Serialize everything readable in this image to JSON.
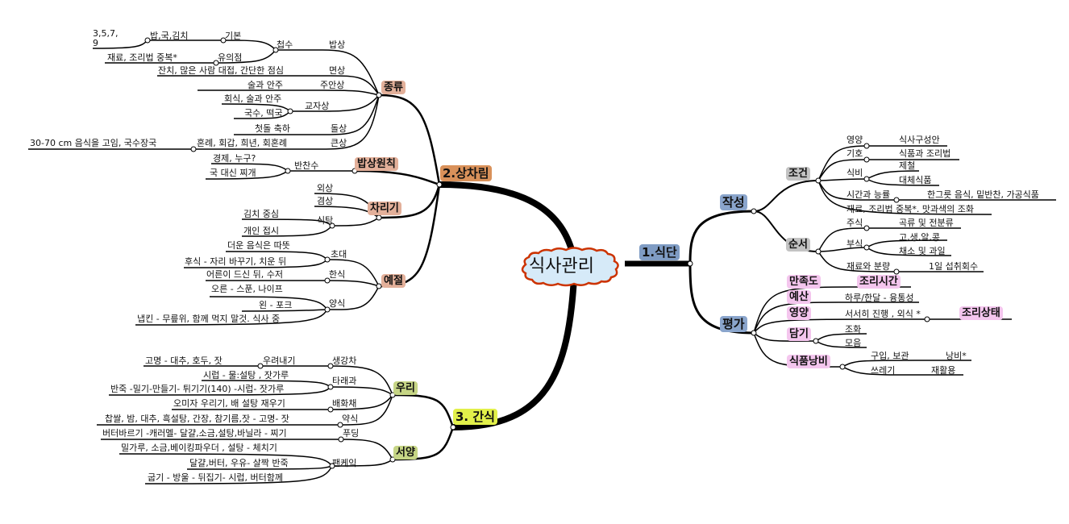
{
  "title": "식사관리",
  "colors": {
    "branch1": "#7f9cc4",
    "branch2": "#d9915a",
    "branch3": "#e2f04a",
    "sub_branch2": "#e3b09a",
    "sub_branch3": "#c6d585",
    "sub_gray": "#c3c3c3",
    "sub_blue": "#8aa5cc",
    "pink": "#f4c6ee",
    "cloud_fill": "#d6eaf8",
    "cloud_border": "#cc3300"
  },
  "central": {
    "label": "식사관리"
  },
  "branches": {
    "b1": {
      "label": "1.식단"
    },
    "b2": {
      "label": "2.상차림"
    },
    "b3": {
      "label": "3. 간식"
    }
  },
  "nodes": {
    "jakseong": "작성",
    "jogeon": "조건",
    "sunseo": "순서",
    "pyeongga": "평가",
    "yeongyang": "영양",
    "sikagusungan": "식사구성안",
    "giho": "기호",
    "sikpum_jori": "식품과 조리법",
    "sikbi": "식비",
    "jecheol": "제철",
    "daeche": "대체식품",
    "sigan": "시간과 능률",
    "hangeureut": "한그릇 음식, 밑반찬, 가공식품",
    "jaeryo_jungbok": "재료, 조리법 중복*.  맛과색의 조화",
    "jusik": "주식",
    "gokryu": "곡류 및 전분류",
    "busik": "부식",
    "goseng": "고,생,알,콩",
    "chaeso": "채소 및 과일",
    "jaeryo_bunryang": "재료와 분량",
    "ilil": "1일 섭취회수",
    "manjokdo": "만족도",
    "jorisigan": "조리시간",
    "yesan": "예산",
    "haru": "하루/한달 - 융통성",
    "yeongyang2": "영양",
    "seoseohi": "서서히 진행 , 외식 *",
    "jorisangtae": "조리상태",
    "damgi": "담기",
    "johwa": "조화",
    "moeum": "모음",
    "nangbi": "식품낭비",
    "guip": "구입, 보관",
    "nangbi_star": "낭비*",
    "sseuregi": "쓰레기",
    "jaehwal": "재활용",
    "jongryu": "종류",
    "bapsang": "밥상",
    "cheopsu": "첩수",
    "gibon": "기본",
    "bapgukgimchi": "밥,국,김치",
    "numbers": "3,5,7,",
    "nine": "9",
    "yuuijeom": "유의점",
    "jaeryo_jori": "재료, 조리법 중복*",
    "myeonsang": "면상",
    "janchi": "잔치, 많은 사람 대접, 간단한 점심",
    "juansang": "주안상",
    "sulgwa": "술과 안주",
    "gyojasang": "교자상",
    "hoesik": "회식, 술과 안주",
    "guksu": "국수, 떡국",
    "dolsang": "돌상",
    "cheotdol": "첫돌 축하",
    "keunsang": "큰상",
    "honrye": "혼례, 회갑, 희년, 회혼례",
    "gogo": "30-70 cm 음식을 고임, 국수장국",
    "bapsangwonchik": "밥상원칙",
    "banchansu": "반찬수",
    "gyeongje": "경제, 누구?",
    "guk_daesin": "국 대신 찌개",
    "charigi": "차리기",
    "oesang": "외상",
    "gyeomsang": "겸상",
    "siktak": "식탁",
    "gimchi_jungsim": "김치 중심",
    "gaein": "개인 접시",
    "yejeol": "예절",
    "chodae": "초대",
    "deoun": "더운 음식은 따뜻",
    "husik": "후식 - 자리 바꾸기, 치운 뒤",
    "hansik": "한식",
    "eoreun": "어른이 드신 뒤,    수저",
    "yangsik": "양식",
    "oreun": "오른  - 스푼,  나이프",
    "oen": "왼 - 포크",
    "napkin": "냅킨 - 무릎위,  함께 먹지 말것. 식사 중",
    "uri": "우리",
    "saenggangcha": "생강차",
    "uryeonaegi": "우려내기",
    "gomyeong1": "고명 - 대추, 호두, 잣",
    "taraegwa": "타래과",
    "sirup": "시럽 - 물:설탕 ,  잣가루",
    "banjuk": "반죽 -밀기-만들기- 튀기기(140) -시럽- 잣가루",
    "baehwachae": "배화채",
    "omija": "오미자 우리기, 배 설탕  재우기",
    "yaksik": "약식",
    "chapssal": "찹쌀, 밤, 대추, 흑설탕, 간장, 참기름,잣  - 고명- 잣",
    "seoyang": "서양",
    "puding": "푸딩",
    "beoteo": "버터바르기 -캐러멜-  달걀,소금,설탕,바닐라 - 찌기",
    "paenkeik": "팬케익",
    "milgaru": "밀가루, 소금,베이킹파우더 , 설탕  -   체치기",
    "dalgyal": "달걀,버터, 우유- 살짝 반죽",
    "gupgi": "굽기 - 방울 - 뒤집기-  시럽, 버터함께"
  }
}
